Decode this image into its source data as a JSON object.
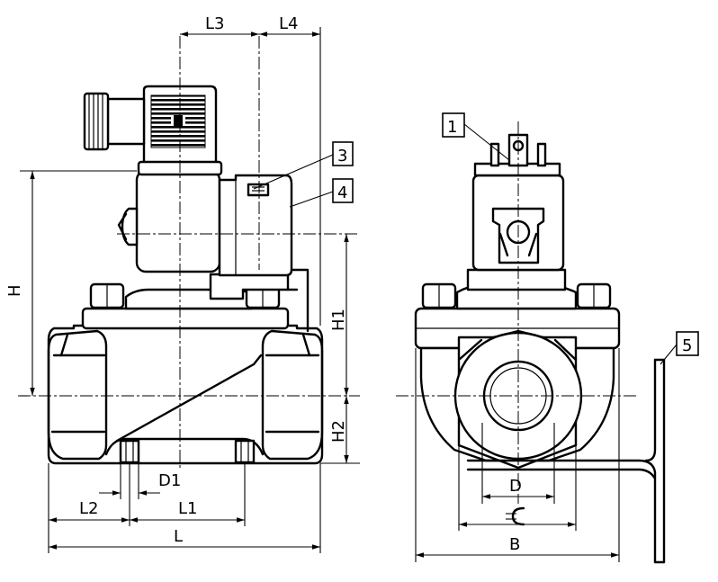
{
  "dimensions": {
    "L": "L",
    "L1": "L1",
    "L2": "L2",
    "L3": "L3",
    "L4": "L4",
    "H": "H",
    "H1": "H1",
    "H2": "H2",
    "D": "D",
    "D1": "D1",
    "B": "B",
    "wrench": "⊂"
  },
  "callouts": {
    "c1": "1",
    "c3": "3",
    "c4": "4",
    "c5": "5"
  }
}
